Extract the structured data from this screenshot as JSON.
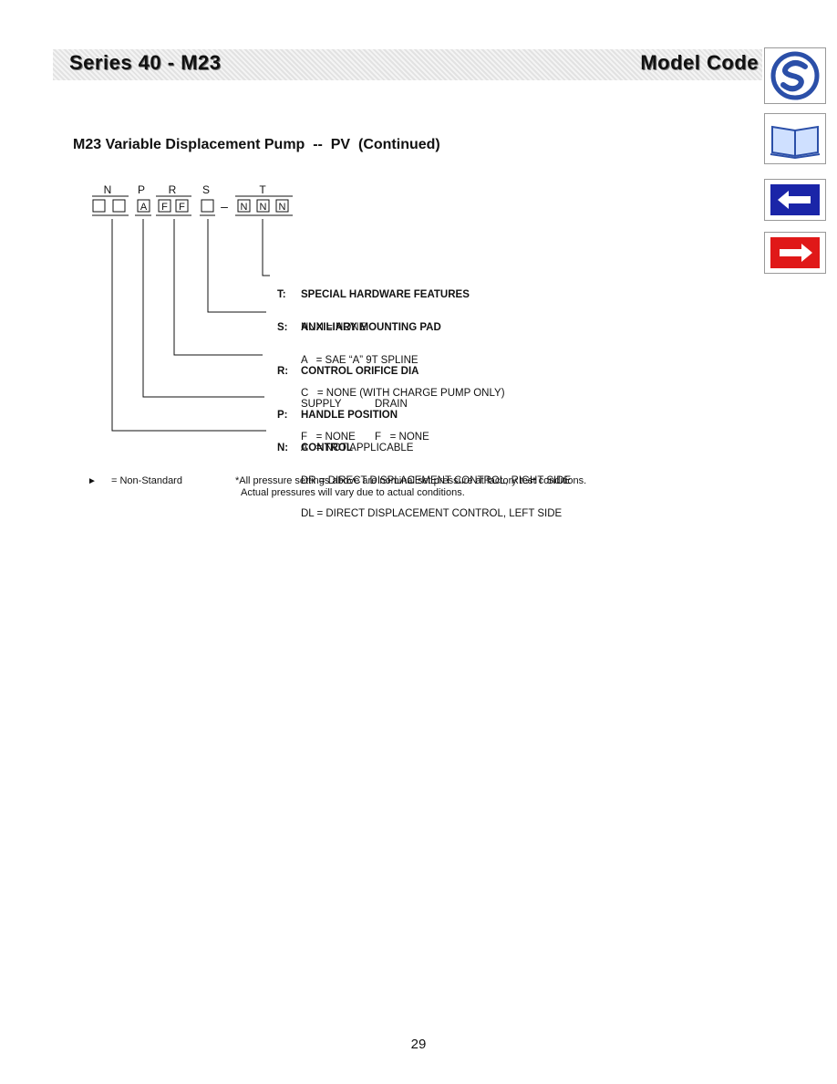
{
  "header": {
    "left_title": "Series 40 - M23",
    "right_title": "Model Code"
  },
  "nav": [
    {
      "icon": "sauer-logo-icon"
    },
    {
      "icon": "book-icon"
    },
    {
      "icon": "back-arrow-icon"
    },
    {
      "icon": "forward-arrow-icon"
    }
  ],
  "subtitle": "M23 Variable Displacement Pump  --  PV  (Continued)",
  "code_diagram": {
    "group_labels": [
      "N",
      "P",
      "R",
      "S",
      "T"
    ],
    "boxes": [
      "",
      "",
      "A",
      "F",
      "F",
      "",
      "N",
      "N",
      "N"
    ],
    "dash": "–"
  },
  "sections": {
    "T": {
      "key": "T:",
      "title": "SPECIAL HARDWARE FEATURES",
      "lines": [
        "NNN = NONE"
      ]
    },
    "S": {
      "key": "S:",
      "title": "AUXILIARY MOUNTING PAD",
      "lines": [
        "A   = SAE “A” 9T SPLINE",
        "C   = NONE (WITH CHARGE PUMP ONLY)"
      ]
    },
    "R": {
      "key": "R:",
      "title": "CONTROL ORIFICE DIA",
      "supply_label": "SUPPLY",
      "drain_label": "DRAIN",
      "supply_value": "F   = NONE",
      "drain_value": "F   = NONE"
    },
    "P": {
      "key": "P:",
      "title": "HANDLE POSITION",
      "lines": [
        "A   = NOT APPLICABLE"
      ]
    },
    "N": {
      "key": "N:",
      "title": "CONTROL",
      "lines": [
        "DR = DIRECT DISPLACEMENT CONTROL, RIGHT SIDE",
        "DL = DIRECT DISPLACEMENT CONTROL, LEFT SIDE"
      ]
    }
  },
  "footnotes": {
    "marker": "►",
    "legend": "= Non-Standard",
    "note_line1": "*All pressure settings above are nominal set pressure at factory test conditions.",
    "note_line2": "Actual pressures will vary due to actual conditions."
  },
  "page_number": "29"
}
